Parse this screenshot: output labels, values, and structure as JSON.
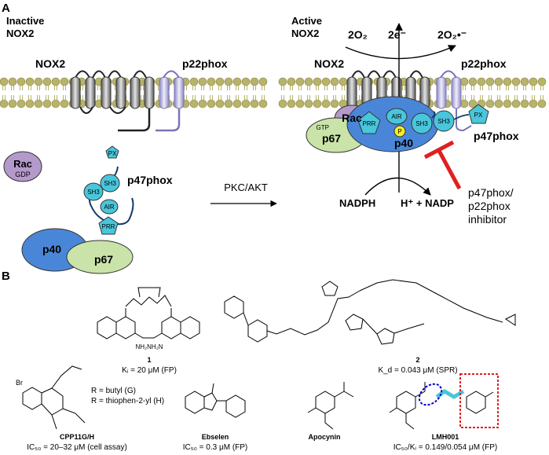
{
  "panelA": {
    "label": "A",
    "inactive": {
      "line1": "Inactive",
      "line2": "NOX2"
    },
    "active": {
      "line1": "Active",
      "line2": "NOX2"
    },
    "nox2": "NOX2",
    "p22phox": "p22phox",
    "p47phox": "p47phox",
    "rac": "Rac",
    "gdp": "GDP",
    "gtp": "GTP",
    "px": "PX",
    "sh3": "SH3",
    "air": "AIR",
    "prr": "PRR",
    "p40": "p40",
    "p67": "p67",
    "p": "P",
    "pkc_akt": "PKC/AKT",
    "nadph": "NADPH",
    "h_nadp": "H⁺ + NADP",
    "o2_left": "2O₂",
    "electrons": "2e⁻",
    "o2_right": "2O₂•⁻",
    "inhibitor": {
      "line1": "p47phox/",
      "line2": "p22phox",
      "line3": "inhibitor"
    }
  },
  "panelB": {
    "label": "B",
    "compounds": [
      {
        "id": "c1",
        "name": "1",
        "value": "Kᵢ = 20 μM (FP)"
      },
      {
        "id": "c2",
        "name": "2",
        "value": "K_d = 0.043 μM (SPR)"
      },
      {
        "id": "cpp",
        "name": "CPP11G/H",
        "value": "IC₅₀ = 20–32 μM (cell assay)",
        "r1": "R = butyl (G)",
        "r2": "R = thiophen-2-yl (H)"
      },
      {
        "id": "ebselen",
        "name": "Ebselen",
        "value": "IC₅₀ = 0.3 μM (FP)"
      },
      {
        "id": "apocynin",
        "name": "Apocynin",
        "value": ""
      },
      {
        "id": "lmh",
        "name": "LMH001",
        "value": "IC₅₀/Kᵢ = 0.149/0.054 μM (FP)"
      }
    ]
  },
  "colors": {
    "lipid": "#b7b36a",
    "sh3": "#49c6dc",
    "p40": "#4a86d8",
    "p67": "#c9e3a9",
    "rac": "#b49acb",
    "p22": "#b7b2dd",
    "nox": "#8e8e8e",
    "inhibitor": "#e02020",
    "phospho": "#f4ee26"
  }
}
